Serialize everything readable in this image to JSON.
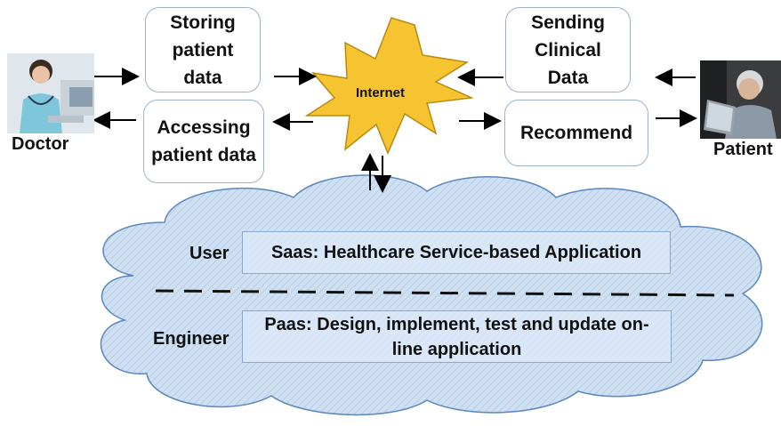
{
  "actors": {
    "doctor": "Doctor",
    "patient": "Patient"
  },
  "boxes": {
    "storing": "Storing patient data",
    "accessing": "Accessing patient data",
    "sending": "Sending Clinical Data",
    "recommend": "Recommend"
  },
  "internet": "Internet",
  "cloud": {
    "user_role": "User",
    "engineer_role": "Engineer",
    "saas": "Saas: Healthcare Service-based Application",
    "paas": "Paas: Design, implement, test and update on-line application"
  },
  "colors": {
    "cloud_fill": "#cfe0f3",
    "cloud_stroke": "#4f7fb8",
    "starburst_fill": "#f7c431",
    "starburst_stroke": "#b88a10",
    "box_border": "#9db3cc"
  },
  "icons": {
    "doctor": "doctor-at-computer-photo",
    "patient": "elderly-patient-at-laptop-photo"
  }
}
